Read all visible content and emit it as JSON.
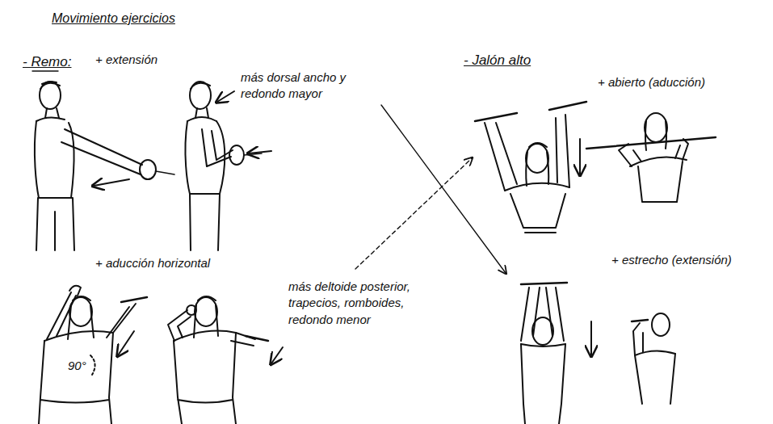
{
  "diagram": {
    "title": "Movimiento ejercicios",
    "labels": [
      "- Remo:",
      "+ extensión",
      "más dorsal ancho y redondo mayor",
      "+ aducción horizontal",
      "más deltoide posterior, trapecios, romboides, redondo menor",
      "90°",
      "- Jalón alto",
      "+ abierto (aducción)",
      "+ estrecho (extensión)"
    ]
  }
}
